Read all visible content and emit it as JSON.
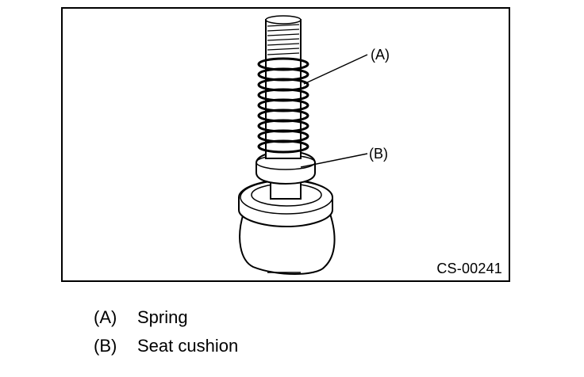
{
  "figure": {
    "code": "CS-00241",
    "callouts": [
      {
        "key": "a",
        "label": "(A)"
      },
      {
        "key": "b",
        "label": "(B)"
      }
    ]
  },
  "legend": [
    {
      "key": "(A)",
      "text": "Spring"
    },
    {
      "key": "(B)",
      "text": "Seat cushion"
    }
  ]
}
